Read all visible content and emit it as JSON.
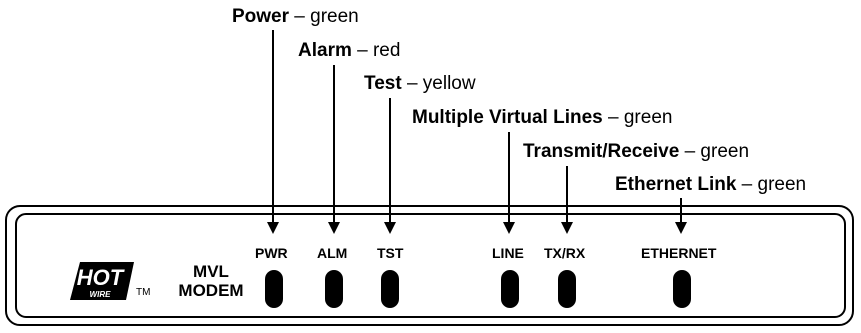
{
  "callouts": [
    {
      "bold": "Power",
      "rest": " – green"
    },
    {
      "bold": "Alarm",
      "rest": " – red"
    },
    {
      "bold": "Test",
      "rest": " – yellow"
    },
    {
      "bold": "Multiple Virtual Lines",
      "rest": " – green"
    },
    {
      "bold": "Transmit/Receive",
      "rest": " – green"
    },
    {
      "bold": "Ethernet Link",
      "rest": " – green"
    }
  ],
  "panel": {
    "brand_line1": "MVL",
    "brand_line2": "MODEM",
    "logo_main": "HOT",
    "logo_sub": "WIRE",
    "trademark": "TM",
    "leds": [
      {
        "label": "PWR"
      },
      {
        "label": "ALM"
      },
      {
        "label": "TST"
      },
      {
        "label": "LINE"
      },
      {
        "label": "TX/RX"
      },
      {
        "label": "ETHERNET"
      }
    ]
  }
}
